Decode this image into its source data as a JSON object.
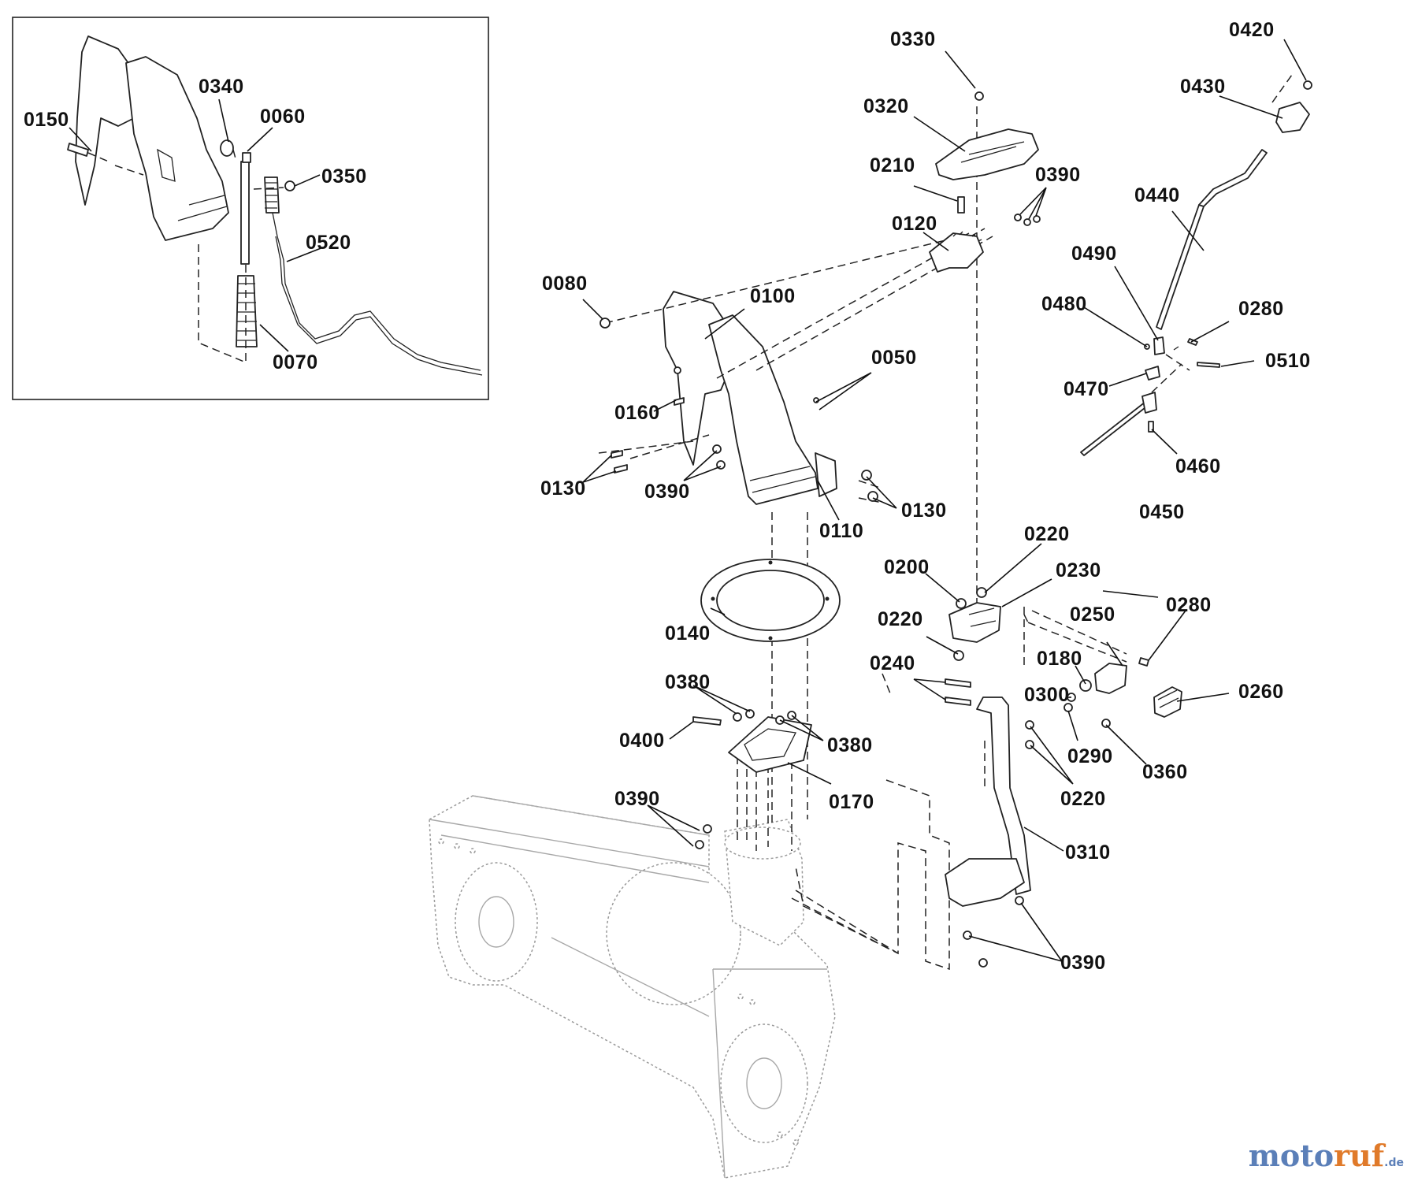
{
  "labels": {
    "l0150": "0150",
    "l0340": "0340",
    "l0060": "0060",
    "l0350": "0350",
    "l0520": "0520",
    "l0070": "0070",
    "l0330": "0330",
    "l0320": "0320",
    "l0420": "0420",
    "l0430": "0430",
    "l0210": "0210",
    "l0390a": "0390",
    "l0120": "0120",
    "l0440": "0440",
    "l0490": "0490",
    "l0080": "0080",
    "l0100": "0100",
    "l0480": "0480",
    "l0280a": "0280",
    "l0510": "0510",
    "l0050": "0050",
    "l0470": "0470",
    "l0160": "0160",
    "l0460": "0460",
    "l0130a": "0130",
    "l0390b": "0390",
    "l0130b": "0130",
    "l0110": "0110",
    "l0450": "0450",
    "l0220a": "0220",
    "l0200": "0200",
    "l0230": "0230",
    "l0140": "0140",
    "l0220b": "0220",
    "l0280b": "0280",
    "l0250": "0250",
    "l0240": "0240",
    "l0180": "0180",
    "l0260": "0260",
    "l0300": "0300",
    "l0380a": "0380",
    "l0400": "0400",
    "l0380b": "0380",
    "l0290": "0290",
    "l0360": "0360",
    "l0220c": "0220",
    "l0170": "0170",
    "l0390c": "0390",
    "l0310": "0310",
    "l0390d": "0390"
  },
  "watermark": {
    "part1": "moto",
    "part2": "ruf",
    "suffix": ".de"
  }
}
